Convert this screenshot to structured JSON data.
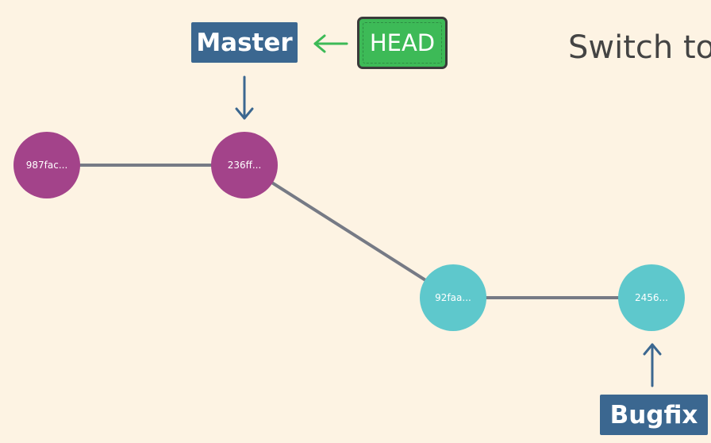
{
  "caption": "Switch to",
  "colors": {
    "background": "#fdf3e3",
    "master_commit": "#a3438a",
    "bugfix_commit": "#5ec8cc",
    "edge": "#767a85",
    "branch_label": "#3b6790",
    "head_label": "#3dba57",
    "head_arrow": "#3dba57",
    "branch_arrow": "#3b6790"
  },
  "refs": {
    "master": "Master",
    "head": "HEAD",
    "bugfix": "Bugfix"
  },
  "commits": [
    {
      "id": "987fac...",
      "branch": "master"
    },
    {
      "id": "236ff...",
      "branch": "master"
    },
    {
      "id": "92faa...",
      "branch": "bugfix"
    },
    {
      "id": "2456...",
      "branch": "bugfix"
    }
  ]
}
